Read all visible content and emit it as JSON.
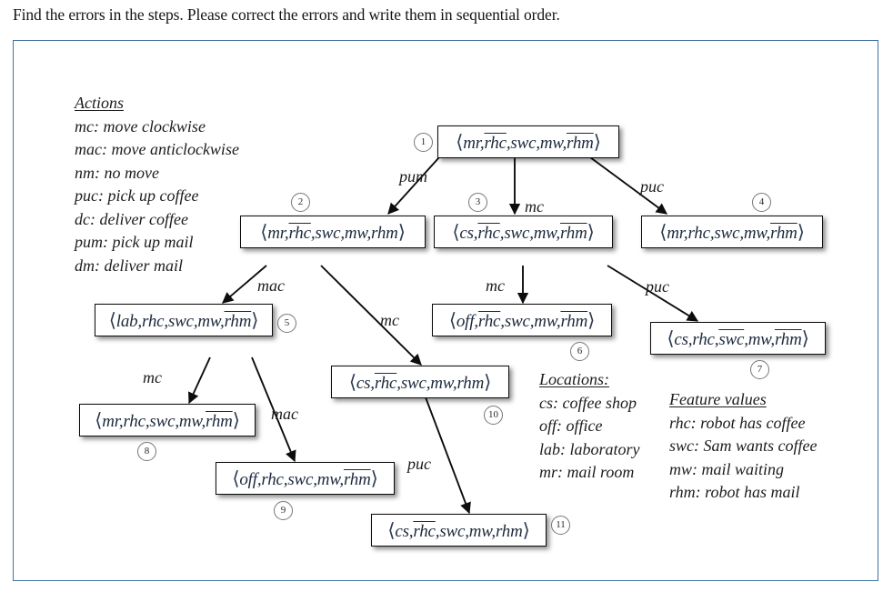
{
  "prompt": "Find the errors in the steps. Please correct the errors and write them in sequential order.",
  "colors": {
    "panel_border": "#4472a0",
    "node_border": "#0a0a0a",
    "state_text": "#1d2a3d",
    "badge_border": "#777777"
  },
  "legends": {
    "actions": {
      "title": "Actions",
      "items": [
        "mc: move clockwise",
        "mac: move anticlockwise",
        "nm: no move",
        "puc: pick up coffee",
        "dc: deliver coffee",
        "pum: pick up mail",
        "dm: deliver mail"
      ]
    },
    "locations": {
      "title": "Locations:",
      "items": [
        "cs: coffee shop",
        "off: office",
        "lab: laboratory",
        "mr: mail room"
      ]
    },
    "features": {
      "title": "Feature values",
      "items": [
        "rhc: robot has coffee",
        "swc: Sam wants coffee",
        "mw: mail waiting",
        "rhm: robot has mail"
      ]
    }
  },
  "graph": {
    "nodes": [
      {
        "id": 1,
        "badge": "1",
        "parts": [
          {
            "t": "mr",
            "bar": false
          },
          {
            "t": "rhc",
            "bar": true
          },
          {
            "t": "swc",
            "bar": false
          },
          {
            "t": "mw",
            "bar": false
          },
          {
            "t": "rhm",
            "bar": true
          }
        ]
      },
      {
        "id": 2,
        "badge": "2",
        "parts": [
          {
            "t": "mr",
            "bar": false
          },
          {
            "t": "rhc",
            "bar": true
          },
          {
            "t": "swc",
            "bar": false
          },
          {
            "t": "mw",
            "bar": false
          },
          {
            "t": "rhm",
            "bar": false
          }
        ]
      },
      {
        "id": 3,
        "badge": "3",
        "parts": [
          {
            "t": "cs",
            "bar": false
          },
          {
            "t": "rhc",
            "bar": true
          },
          {
            "t": "swc",
            "bar": false
          },
          {
            "t": "mw",
            "bar": false
          },
          {
            "t": "rhm",
            "bar": true
          }
        ]
      },
      {
        "id": 4,
        "badge": "4",
        "parts": [
          {
            "t": "mr",
            "bar": false
          },
          {
            "t": "rhc",
            "bar": false
          },
          {
            "t": "swc",
            "bar": false
          },
          {
            "t": "mw",
            "bar": false
          },
          {
            "t": "rhm",
            "bar": true
          }
        ]
      },
      {
        "id": 5,
        "badge": "5",
        "parts": [
          {
            "t": "lab",
            "bar": false
          },
          {
            "t": "rhc",
            "bar": false
          },
          {
            "t": "swc",
            "bar": false
          },
          {
            "t": "mw",
            "bar": false
          },
          {
            "t": "rhm",
            "bar": true
          }
        ]
      },
      {
        "id": 6,
        "badge": "6",
        "parts": [
          {
            "t": "off",
            "bar": false
          },
          {
            "t": "rhc",
            "bar": true
          },
          {
            "t": "swc",
            "bar": false
          },
          {
            "t": "mw",
            "bar": false
          },
          {
            "t": "rhm",
            "bar": true
          }
        ]
      },
      {
        "id": 7,
        "badge": "7",
        "parts": [
          {
            "t": "cs",
            "bar": false
          },
          {
            "t": "rhc",
            "bar": false
          },
          {
            "t": "swc",
            "bar": true
          },
          {
            "t": "mw",
            "bar": false
          },
          {
            "t": "rhm",
            "bar": true
          }
        ]
      },
      {
        "id": 8,
        "badge": "8",
        "parts": [
          {
            "t": "mr",
            "bar": false
          },
          {
            "t": "rhc",
            "bar": false
          },
          {
            "t": "swc",
            "bar": false
          },
          {
            "t": "mw",
            "bar": false
          },
          {
            "t": "rhm",
            "bar": true
          }
        ]
      },
      {
        "id": 9,
        "badge": "9",
        "parts": [
          {
            "t": "off",
            "bar": false
          },
          {
            "t": "rhc",
            "bar": false
          },
          {
            "t": "swc",
            "bar": false
          },
          {
            "t": "mw",
            "bar": false
          },
          {
            "t": "rhm",
            "bar": true
          }
        ]
      },
      {
        "id": 10,
        "badge": "10",
        "parts": [
          {
            "t": "cs",
            "bar": false
          },
          {
            "t": "rhc",
            "bar": true
          },
          {
            "t": "swc",
            "bar": false
          },
          {
            "t": "mw",
            "bar": false
          },
          {
            "t": "rhm",
            "bar": false
          }
        ]
      },
      {
        "id": 11,
        "badge": "11",
        "parts": [
          {
            "t": "cs",
            "bar": false
          },
          {
            "t": "rhc",
            "bar": true
          },
          {
            "t": "swc",
            "bar": false
          },
          {
            "t": "mw",
            "bar": false
          },
          {
            "t": "rhm",
            "bar": false
          }
        ]
      }
    ],
    "edges": [
      {
        "from": 1,
        "to": 2,
        "label": "pum"
      },
      {
        "from": 1,
        "to": 3,
        "label": "mc"
      },
      {
        "from": 1,
        "to": 4,
        "label": "puc"
      },
      {
        "from": 2,
        "to": 5,
        "label": "mac"
      },
      {
        "from": 2,
        "to": 10,
        "label": "mc"
      },
      {
        "from": 3,
        "to": 6,
        "label": "mc"
      },
      {
        "from": 3,
        "to": 7,
        "label": "puc"
      },
      {
        "from": 5,
        "to": 8,
        "label": "mc"
      },
      {
        "from": 5,
        "to": 9,
        "label": "mac"
      },
      {
        "from": 10,
        "to": 11,
        "label": "puc"
      }
    ]
  }
}
